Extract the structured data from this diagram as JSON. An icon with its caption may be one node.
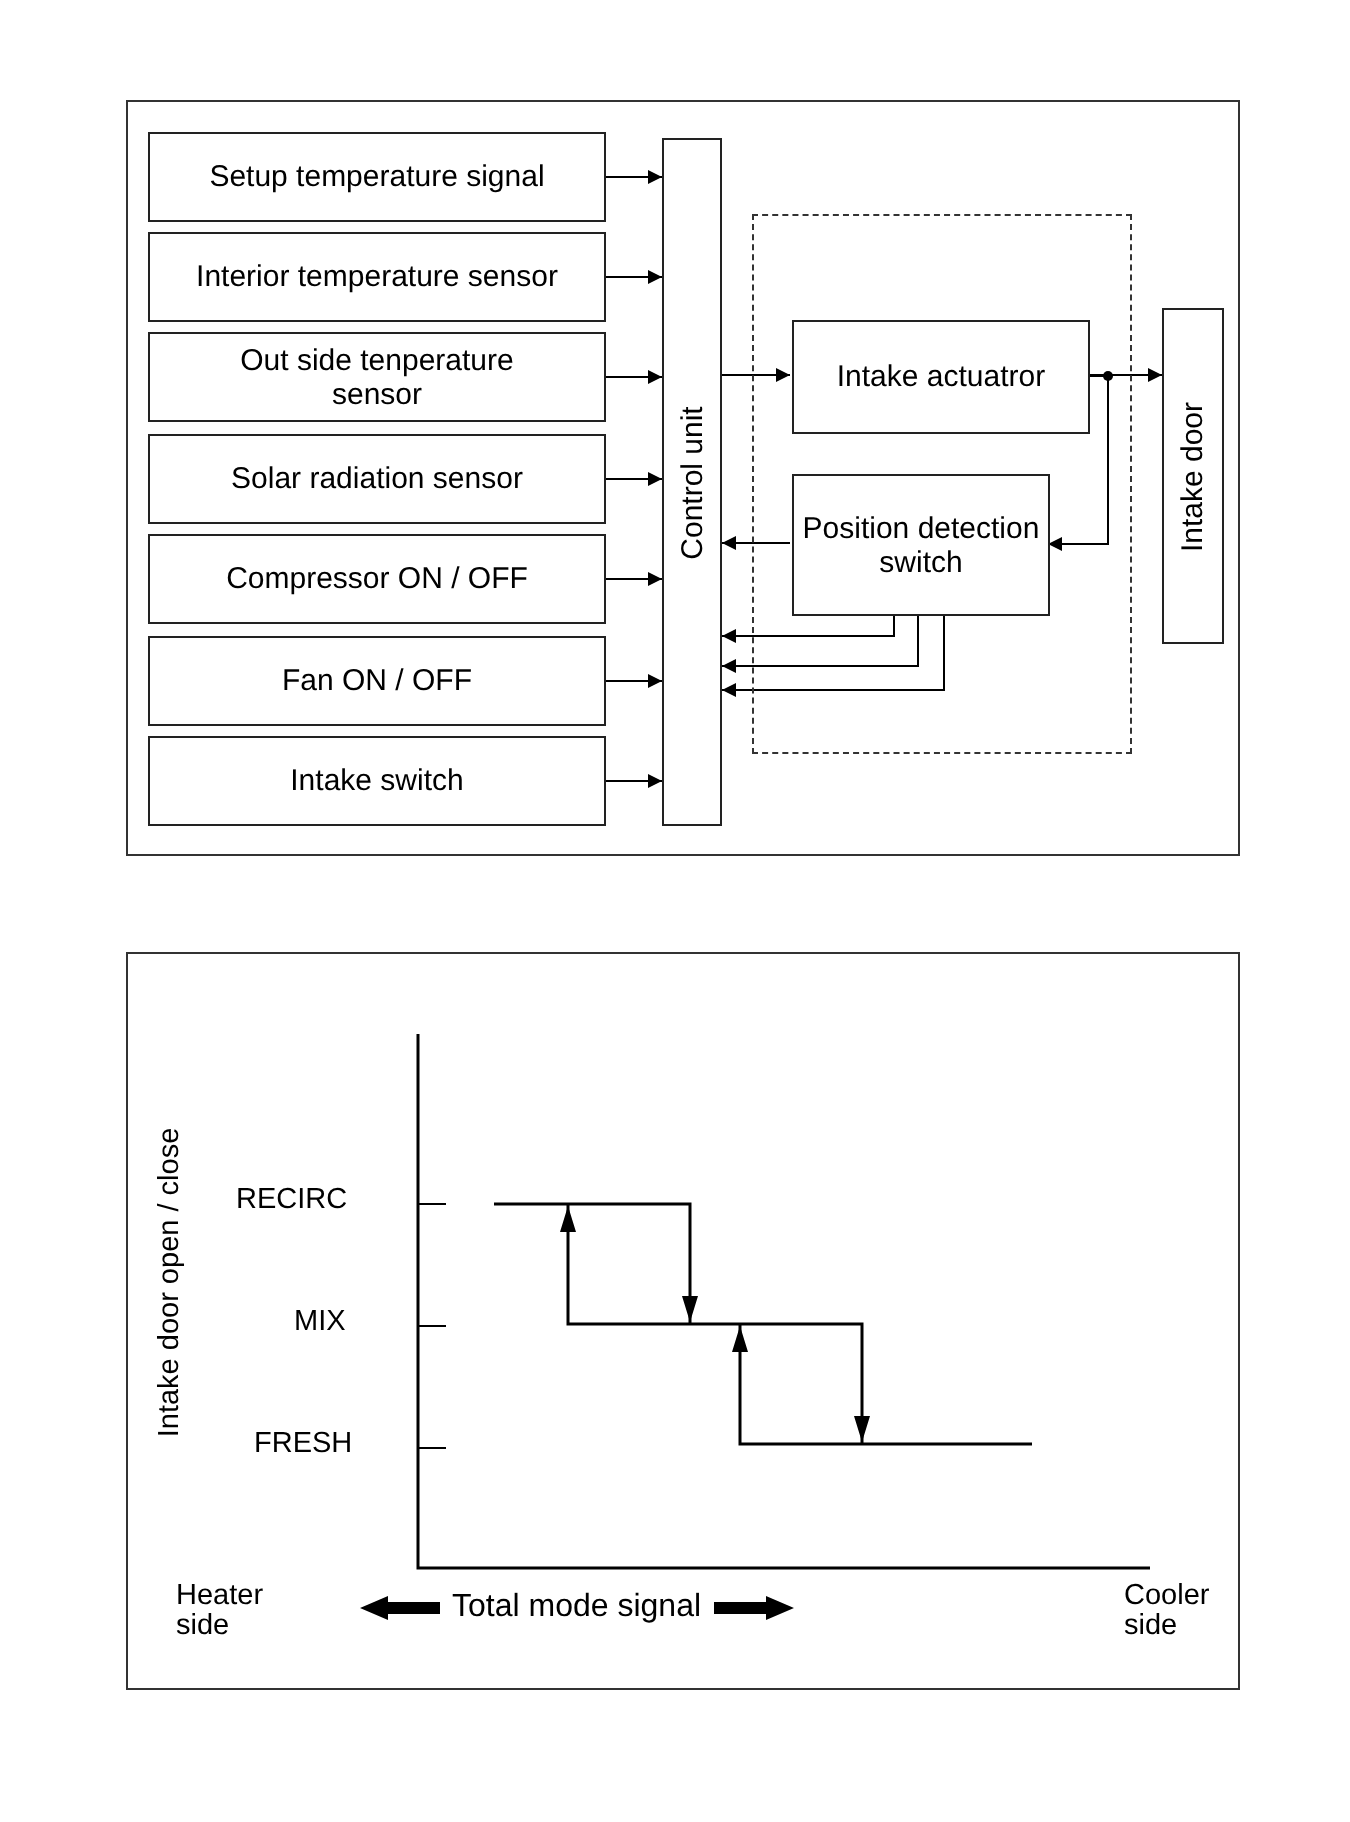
{
  "diagram": {
    "nodes": [
      {
        "text": [
          "Setup temperature signal"
        ]
      },
      {
        "text": [
          "Interior temperature sensor"
        ]
      },
      {
        "text": [
          "Out side tenperature sensor"
        ]
      },
      {
        "text": [
          "Solar radiation sensor"
        ]
      },
      {
        "text": [
          "Compressor ON / OFF"
        ]
      },
      {
        "text": [
          "Fan ON / OFF"
        ]
      },
      {
        "text": [
          "Intake switch"
        ]
      },
      {
        "text": [
          "Control unit"
        ]
      },
      {
        "text": [],
        "shape": "box"
      },
      {
        "text": [
          "Intake actuatror"
        ],
        "in": 8
      },
      {
        "text": [
          "Position detection switch"
        ],
        "in": 8
      },
      {
        "text": [
          "Intake door"
        ]
      }
    ],
    "edges": [
      {
        "from": 0,
        "to": 7,
        "arrow": "to"
      },
      {
        "from": 1,
        "to": 7,
        "arrow": "to"
      },
      {
        "from": 2,
        "to": 7,
        "arrow": "to"
      },
      {
        "from": 3,
        "to": 7,
        "arrow": "to"
      },
      {
        "from": 4,
        "to": 7,
        "arrow": "to"
      },
      {
        "from": 5,
        "to": 7,
        "arrow": "to"
      },
      {
        "from": 6,
        "to": 7,
        "arrow": "to"
      },
      {
        "from": 7,
        "to": 9,
        "arrow": "to"
      },
      {
        "from": 9,
        "to": 11,
        "arrow": "to"
      },
      {
        "from": 9,
        "to": 10,
        "arrow": "to"
      },
      {
        "from": 10,
        "to": 7,
        "arrow": "to"
      },
      {
        "from": 10,
        "to": 7,
        "arrow": "to"
      },
      {
        "from": 10,
        "to": 7,
        "arrow": "to"
      },
      {
        "from": 10,
        "to": 7,
        "arrow": "to"
      }
    ],
    "labels": [
      "Intake door open / close",
      "RECIRC",
      "MIX",
      "FRESH",
      "Heater side",
      "Total mode signal",
      "Cooler side"
    ]
  }
}
